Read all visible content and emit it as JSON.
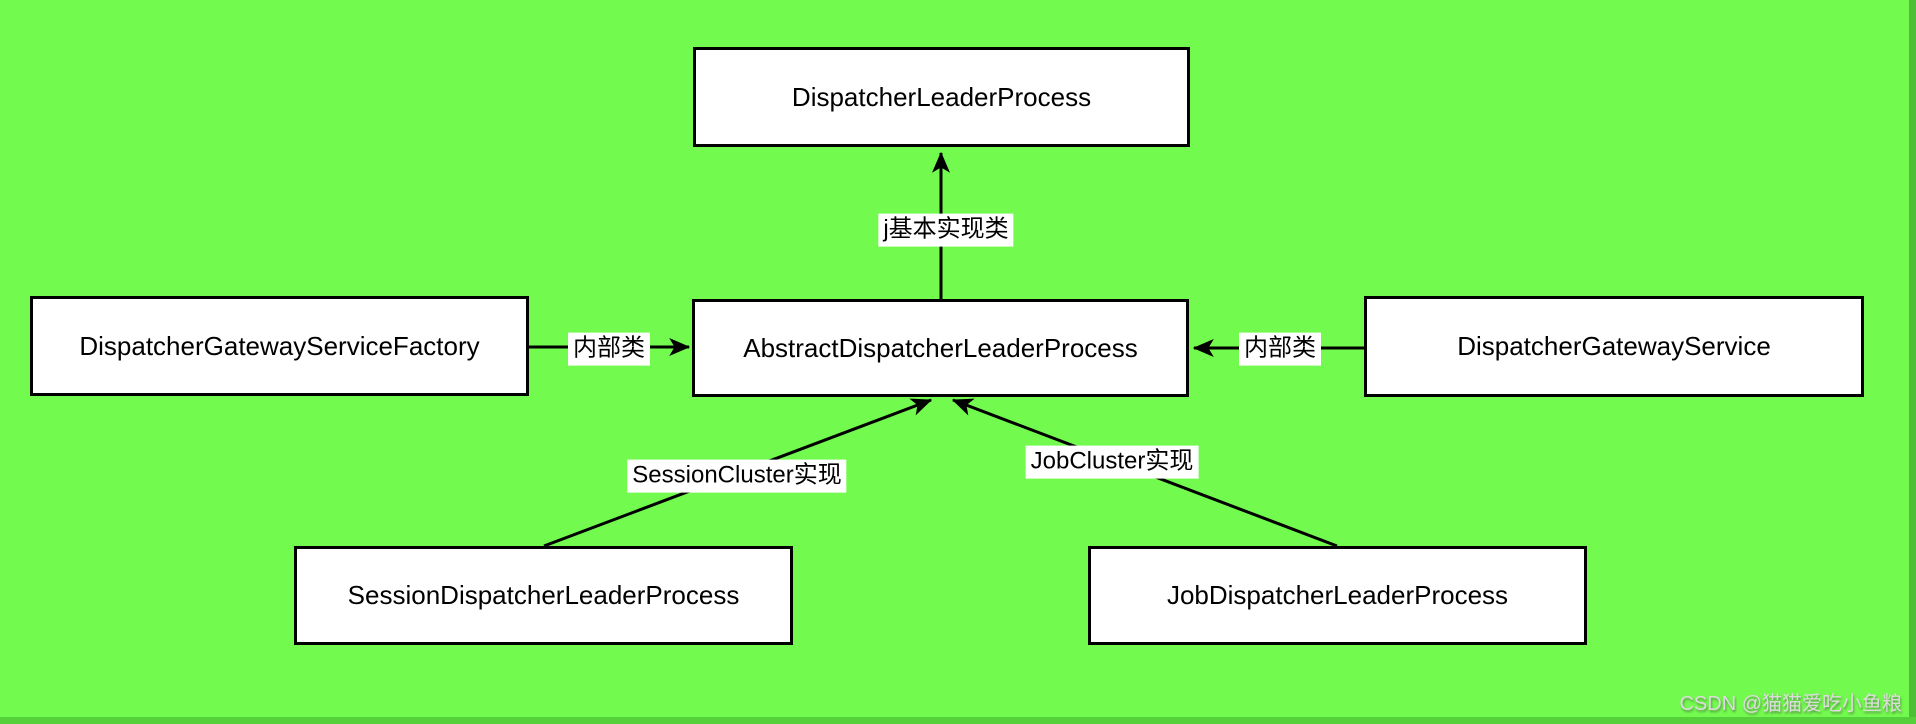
{
  "diagram": {
    "colors": {
      "background": "#73fa4e",
      "node_fill": "#ffffff",
      "node_border": "#000000",
      "edge_stroke": "#000000",
      "canvas_edge_strip": "#4fbe37",
      "watermark_text": "#dcdcdc"
    },
    "nodes": [
      {
        "id": "dispatcher-leader-process",
        "label": "DispatcherLeaderProcess"
      },
      {
        "id": "abstract-dispatcher-leader-process",
        "label": "AbstractDispatcherLeaderProcess"
      },
      {
        "id": "dispatcher-gateway-service-factory",
        "label": "DispatcherGatewayServiceFactory"
      },
      {
        "id": "dispatcher-gateway-service",
        "label": "DispatcherGatewayService"
      },
      {
        "id": "session-dispatcher-leader-process",
        "label": "SessionDispatcherLeaderProcess"
      },
      {
        "id": "job-dispatcher-leader-process",
        "label": "JobDispatcherLeaderProcess"
      }
    ],
    "edges": [
      {
        "from": "AbstractDispatcherLeaderProcess",
        "to": "DispatcherLeaderProcess",
        "label": "j基本实现类",
        "direction": "up"
      },
      {
        "from": "DispatcherGatewayServiceFactory",
        "to": "AbstractDispatcherLeaderProcess",
        "label": "内部类",
        "direction": "right"
      },
      {
        "from": "DispatcherGatewayService",
        "to": "AbstractDispatcherLeaderProcess",
        "label": "内部类",
        "direction": "left"
      },
      {
        "from": "SessionDispatcherLeaderProcess",
        "to": "AbstractDispatcherLeaderProcess",
        "label": "SessionCluster实现",
        "direction": "up-right"
      },
      {
        "from": "JobDispatcherLeaderProcess",
        "to": "AbstractDispatcherLeaderProcess",
        "label": "JobCluster实现",
        "direction": "up-left"
      }
    ]
  },
  "watermark": {
    "text": "CSDN @猫猫爱吃小鱼粮"
  }
}
